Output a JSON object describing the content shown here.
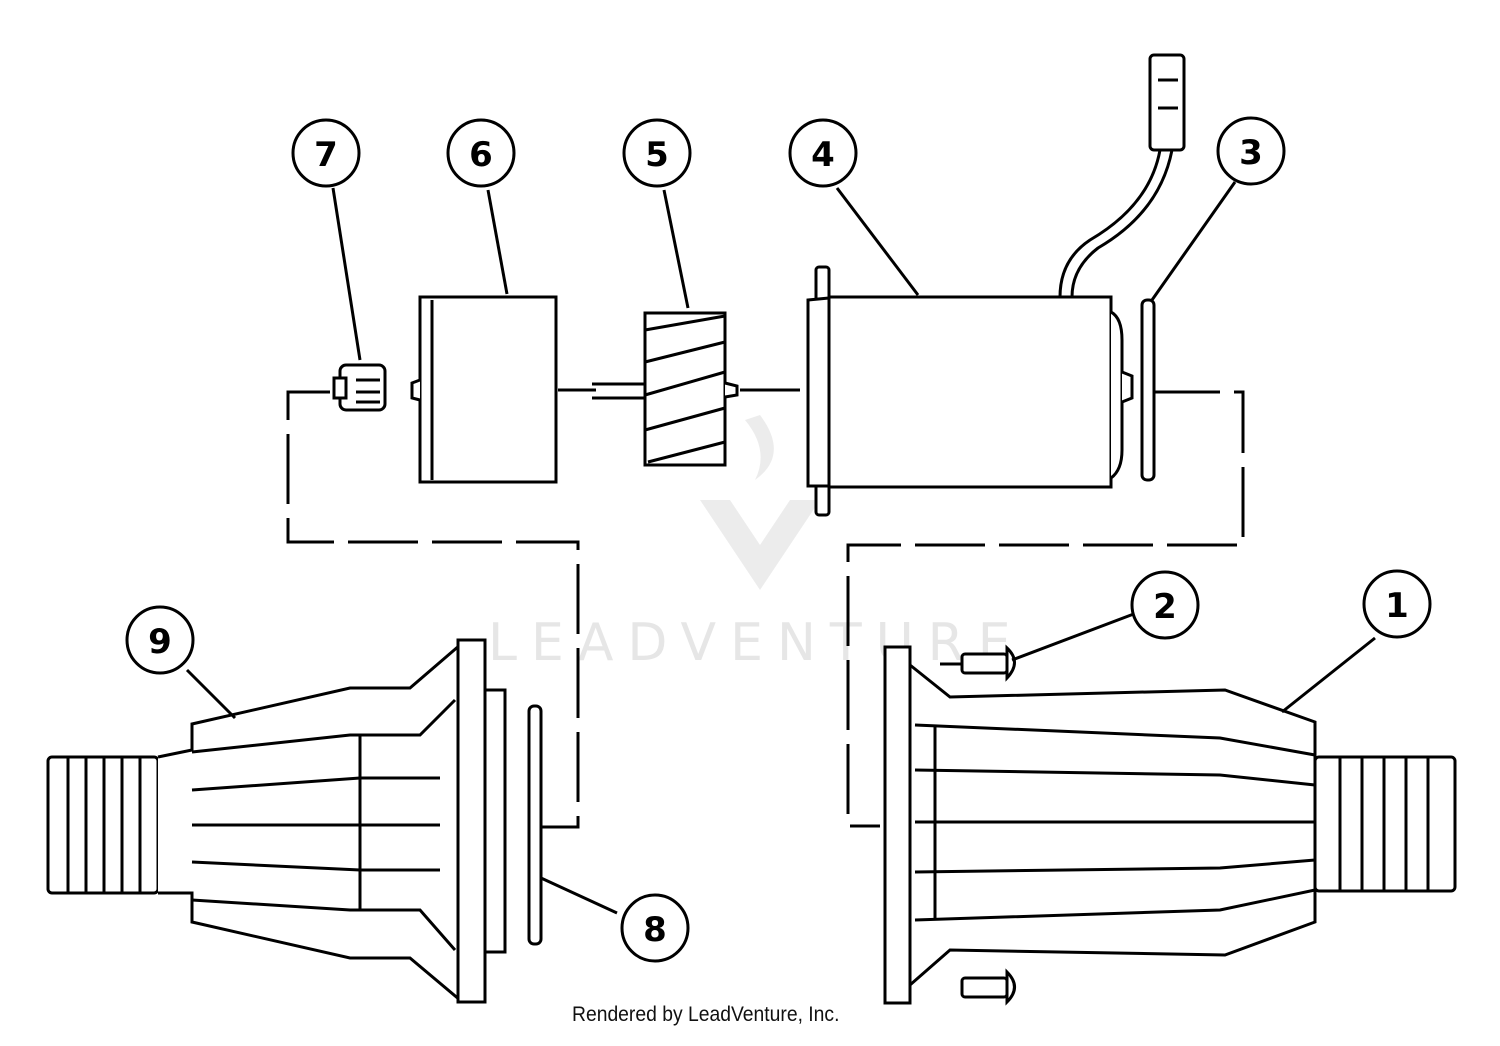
{
  "callouts": [
    {
      "label": "7"
    },
    {
      "label": "6"
    },
    {
      "label": "5"
    },
    {
      "label": "4"
    },
    {
      "label": "3"
    },
    {
      "label": "2"
    },
    {
      "label": "1"
    },
    {
      "label": "9"
    },
    {
      "label": "8"
    }
  ],
  "watermark": {
    "text": "LEADVENTURE"
  },
  "footer": {
    "credit": "Rendered by LeadVenture, Inc."
  },
  "colors": {
    "ink": "#000000",
    "watermark": "#e6e6e6",
    "background": "#ffffff"
  }
}
